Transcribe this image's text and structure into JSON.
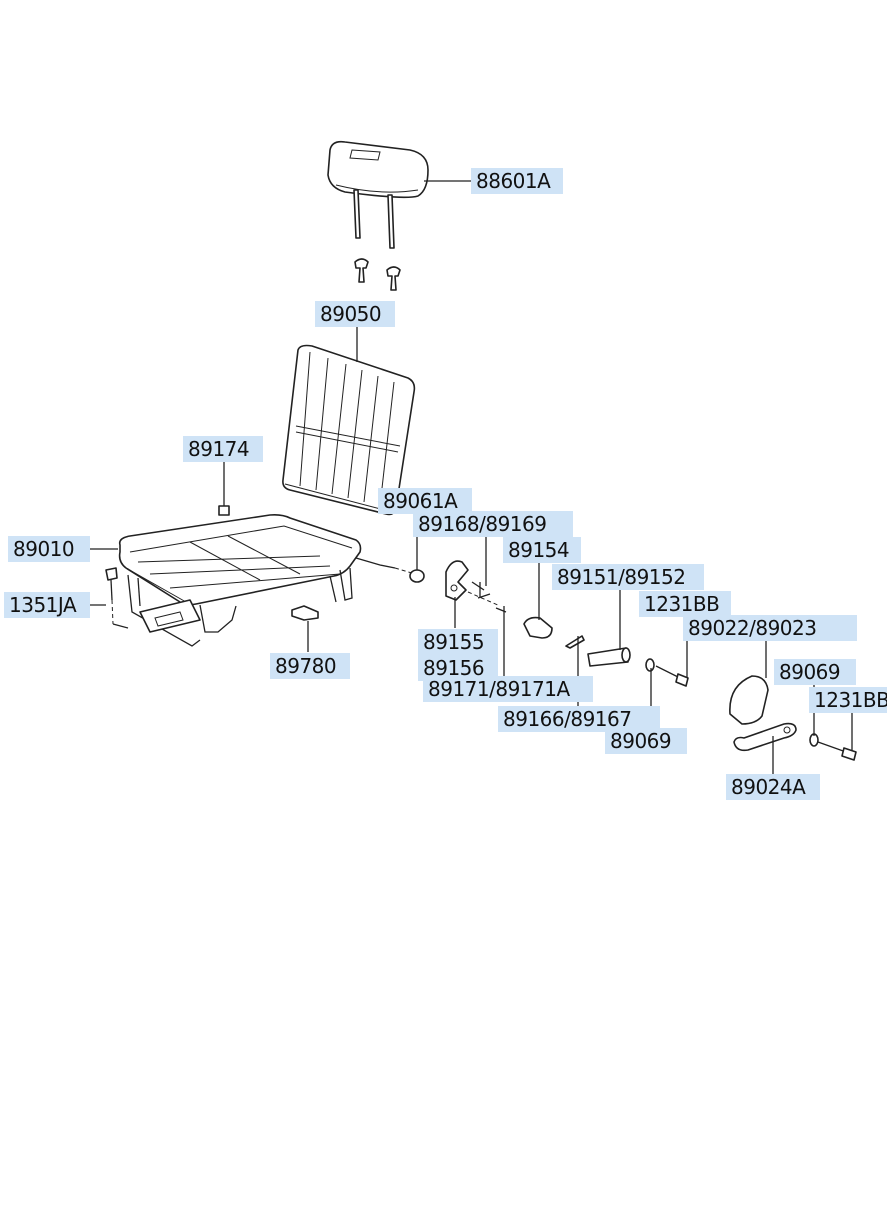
{
  "labels": {
    "l88601A": "88601A",
    "l89050": "89050",
    "l89174": "89174",
    "l89061A": "89061A",
    "l89168": "89168/89169",
    "l89154": "89154",
    "l89010": "89010",
    "l89151": "89151/89152",
    "l1231BB_a": "1231BB",
    "l89022": "89022/89023",
    "l1351JA": "1351JA",
    "l89780": "89780",
    "l89155": "89155",
    "l89156": "89156",
    "l89069_a": "89069",
    "l1231BB_b": "1231BB",
    "l89171": "89171/89171A",
    "l89166": "89166/89167",
    "l89069_b": "89069",
    "l89024A": "89024A"
  }
}
